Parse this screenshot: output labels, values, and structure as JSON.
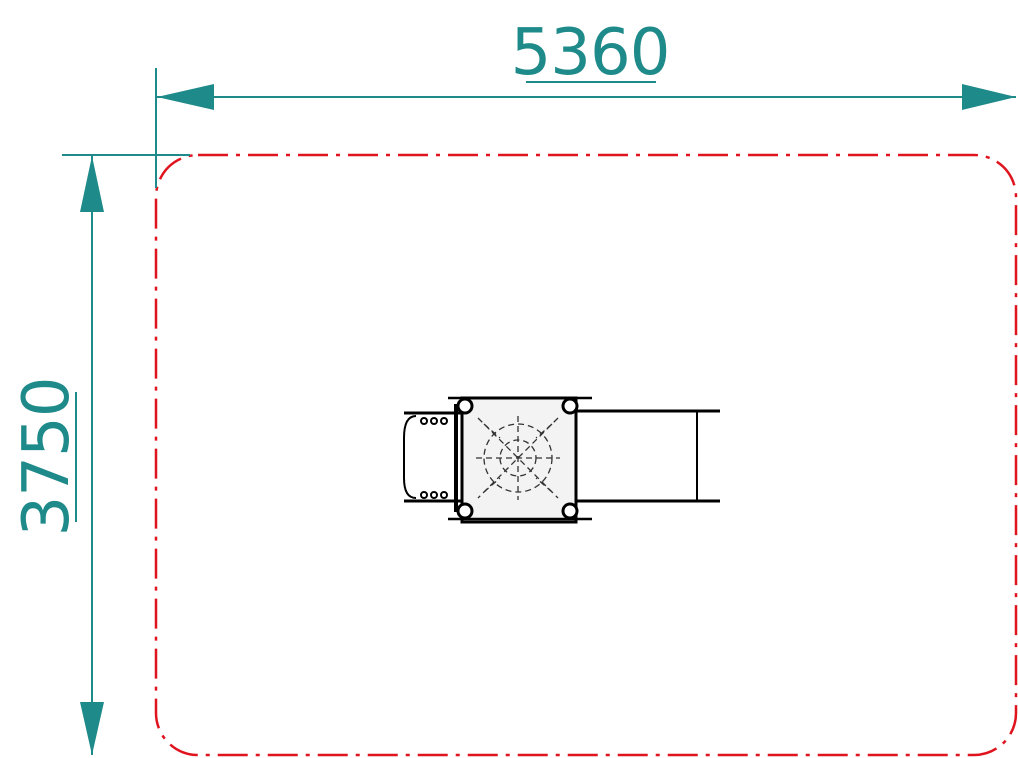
{
  "drawing": {
    "width_dimension": {
      "value": "5360",
      "color": "#1f8a8a"
    },
    "height_dimension": {
      "value": "3750",
      "color": "#1f8a8a"
    },
    "safety_zone": {
      "color": "#e0141e",
      "line_style": "dash-dot"
    },
    "equipment": {
      "color": "#000000",
      "platform_fill": "#f3f3f3"
    }
  }
}
